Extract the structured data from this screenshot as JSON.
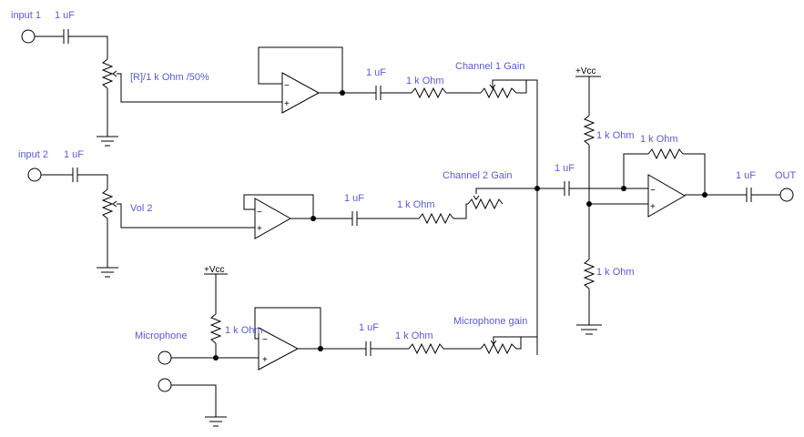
{
  "labels": {
    "input1": "input 1",
    "input1_cap": "1 uF",
    "input1_pot": "[R]/1 k Ohm /50%",
    "ch1_cap": "1 uF",
    "ch1_res": "1 k Ohm",
    "ch1_gain": "Channel 1 Gain",
    "input2": "input 2",
    "input2_cap": "1 uF",
    "input2_pot": "Vol 2",
    "ch2_cap": "1 uF",
    "ch2_res": "1 k Ohm",
    "ch2_gain": "Channel 2 Gain",
    "mic": "Microphone",
    "mic_vcc": "+Vcc",
    "mic_res": "1 k Ohm",
    "mic_cap": "1 uF",
    "mic_res2": "1 k Ohm",
    "mic_gain": "Microphone gain",
    "mix_vcc": "+Vcc",
    "mix_top_res": "1 k Ohm",
    "mix_fb_res": "1 k Ohm",
    "mix_in_cap": "1 uF",
    "mix_bot_res": "1 k Ohm",
    "out_cap": "1 uF",
    "out": "OUT"
  },
  "opamp_signs": {
    "minus": "−",
    "plus": "+"
  }
}
